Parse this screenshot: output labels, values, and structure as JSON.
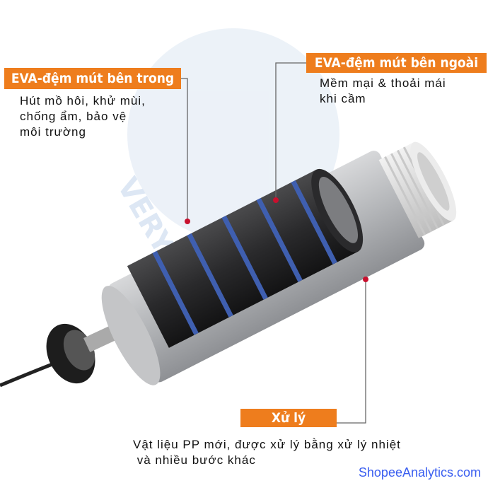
{
  "labels": [
    {
      "title": "EVA-đệm mút bên trong",
      "lines": [
        "Hút mồ hôi, khử mùi,",
        "chống ẩm, bảo vệ",
        "môi trường"
      ]
    },
    {
      "title": "EVA-đệm mút bên ngoài",
      "lines": [
        "Mềm mại & thoải mái",
        "khi cầm"
      ]
    },
    {
      "title": "Xử lý",
      "lines": [
        "Vật liệu PP mới, được xử lý bằng xử lý nhiệt",
        " và nhiều bước khác"
      ]
    }
  ],
  "watermark": "VERY GOOD",
  "brand": "ShopeeAnalytics.com",
  "colors": {
    "accent": "#ee7d1d",
    "brand": "#3a5ef0",
    "stripe": "#3f5fb0"
  }
}
